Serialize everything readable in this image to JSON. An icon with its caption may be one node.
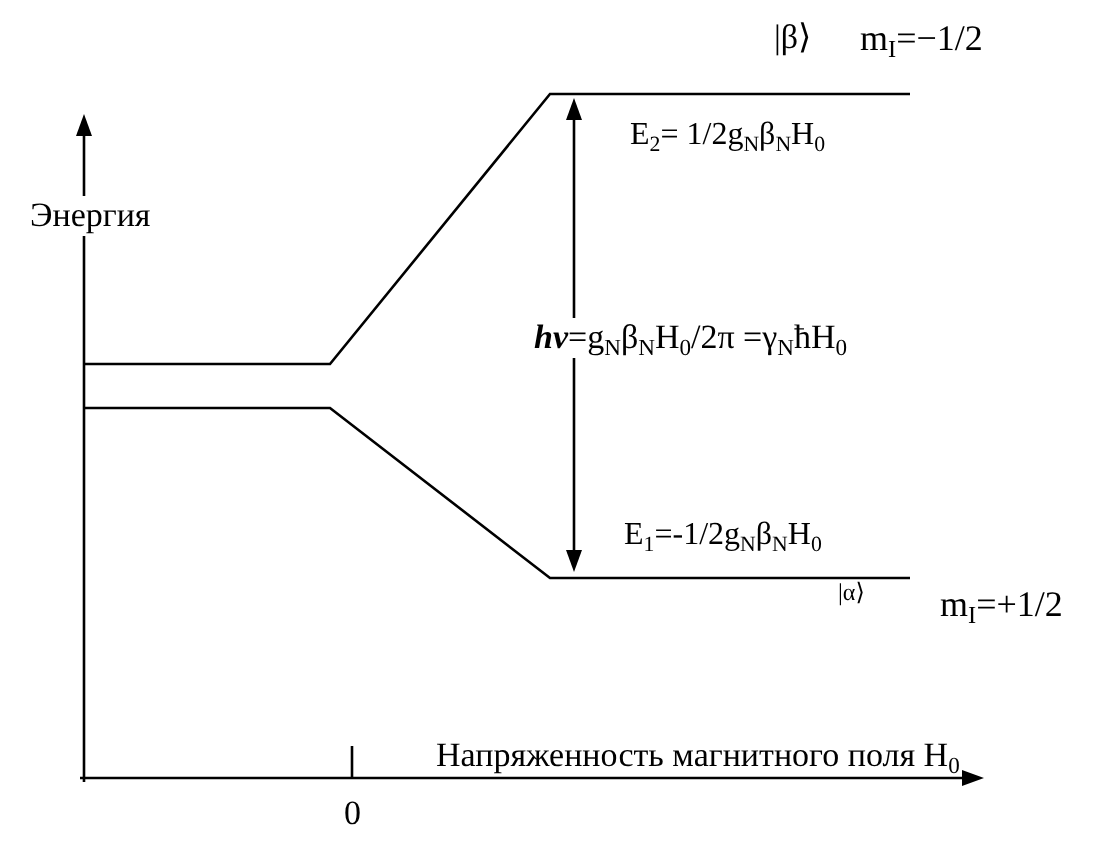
{
  "diagram": {
    "labels": [
      "|β⟩",
      "m$_{I}$=−1/2",
      "E$_{2}$= 1/2g$_{N}$β$_{N}$H$_{0}$",
      "Энергия",
      "*hν*=g$_{N}$β$_{N}$H$_{0}$/2π =γ$_{N}$ħH$_{0}$",
      "E$_{1}$=-1/2g$_{N}$β$_{N}$H$_{0}$",
      "|α⟩",
      "m$_{I}$=+1/2",
      "Напряженность магнитного поля H$_{0}$",
      "0"
    ]
  }
}
